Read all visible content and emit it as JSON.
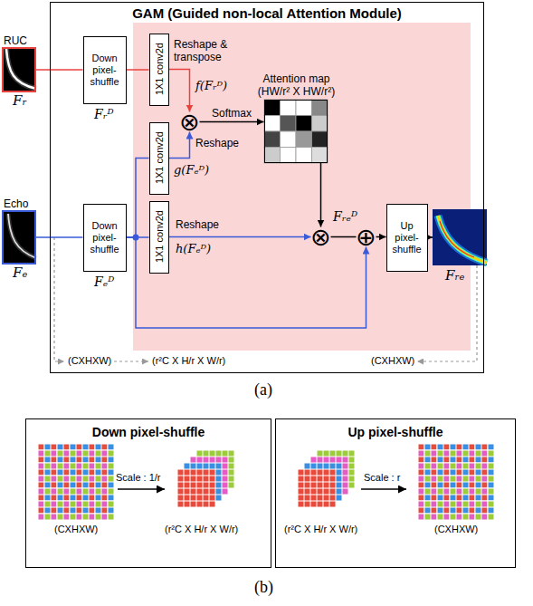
{
  "diagram": {
    "nodes": [
      {
        "text": [
          "GAM (Guided non-local Attention Module)"
        ]
      },
      {
        "text": [
          "Down pixel-shuffle"
        ],
        "in": 0
      },
      {
        "text": [
          "Down pixel-shuffle"
        ],
        "in": 0
      },
      {
        "text": [
          "1X1 conv2d"
        ],
        "in": 0
      },
      {
        "text": [
          "1X1 conv2d"
        ],
        "in": 0
      },
      {
        "text": [
          "1X1 conv2d"
        ],
        "in": 0
      },
      {
        "text": [
          "⊗"
        ],
        "in": 0
      },
      {
        "text": [
          "Attention map (HW/r² X HW/r²)"
        ],
        "in": 0
      },
      {
        "text": [
          "⊗"
        ],
        "in": 0
      },
      {
        "text": [
          "⊕"
        ],
        "in": 0
      },
      {
        "text": [
          "Up pixel-shuffle"
        ],
        "in": 0
      },
      {
        "text": [
          "RUC",
          "Fᵣ"
        ]
      },
      {
        "text": [
          "Echo",
          "Fₑ"
        ]
      },
      {
        "text": [
          "Fᵣₑ"
        ]
      },
      {
        "text": [
          "Down pixel-shuffle"
        ]
      },
      {
        "text": [
          "Up pixel-shuffle"
        ]
      }
    ],
    "edges": [
      {
        "from": 11,
        "to": 1,
        "arrow": "none"
      },
      {
        "from": 1,
        "to": 3,
        "arrow": "none"
      },
      {
        "from": 3,
        "to": 6,
        "arrow": "to"
      },
      {
        "from": 12,
        "to": 2,
        "arrow": "none"
      },
      {
        "from": 2,
        "to": 4,
        "arrow": "none"
      },
      {
        "from": 2,
        "to": 5,
        "arrow": "none"
      },
      {
        "from": 2,
        "to": 9,
        "arrow": "to"
      },
      {
        "from": 4,
        "to": 6,
        "arrow": "to"
      },
      {
        "from": 5,
        "to": 8,
        "arrow": "to"
      },
      {
        "from": 6,
        "to": 7,
        "label": "Softmax",
        "arrow": "to"
      },
      {
        "from": 7,
        "to": 8,
        "arrow": "to"
      },
      {
        "from": 8,
        "to": 9,
        "arrow": "none"
      },
      {
        "from": 9,
        "to": 10,
        "arrow": "to"
      },
      {
        "from": 10,
        "to": 13,
        "arrow": "to"
      }
    ],
    "labels": [
      "Reshape & transpose",
      "f(Fᵣᴰ)",
      "Reshape",
      "g(Fₑᴰ)",
      "Reshape",
      "h(Fₑᴰ)",
      "Fᵣᴰ",
      "Fₑᴰ",
      "Fᵣₑᴰ",
      "(CXHXW)",
      "(r²C X H/r X W/r)",
      "(CXHXW)",
      "(a)",
      "(CXHXW)",
      "Scale : 1/r",
      "(r²C X H/r X W/r)",
      "(r²C X H/r X W/r)",
      "Scale : r",
      "(CXHXW)",
      "(b)"
    ]
  }
}
